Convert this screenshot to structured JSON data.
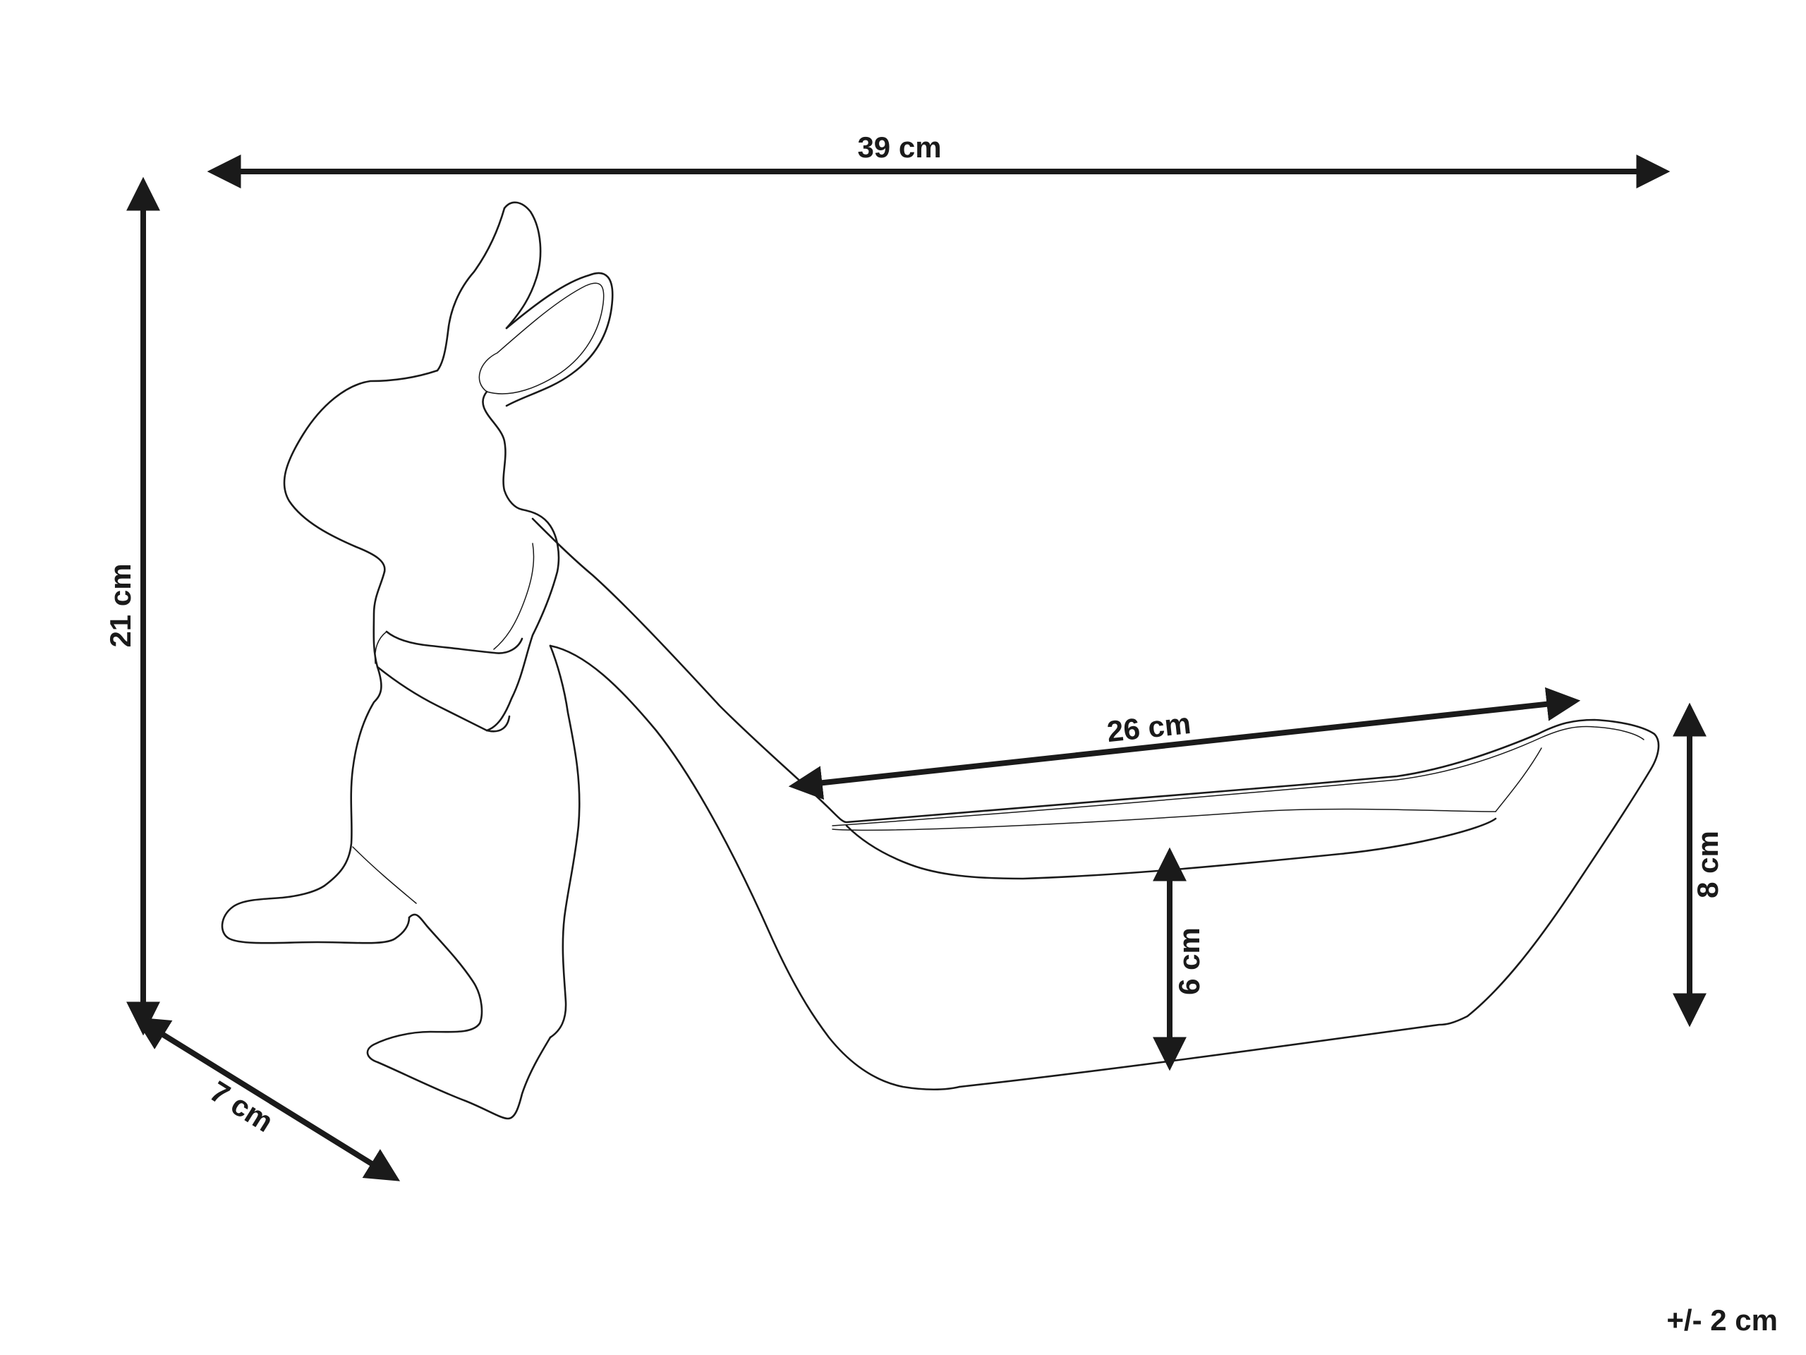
{
  "dimensions": {
    "total_width": "39 cm",
    "height": "21 cm",
    "depth": "7 cm",
    "tray_length": "26 cm",
    "tray_inner_height": "6 cm",
    "tray_end_height": "8 cm"
  },
  "tolerance": "+/- 2 cm"
}
